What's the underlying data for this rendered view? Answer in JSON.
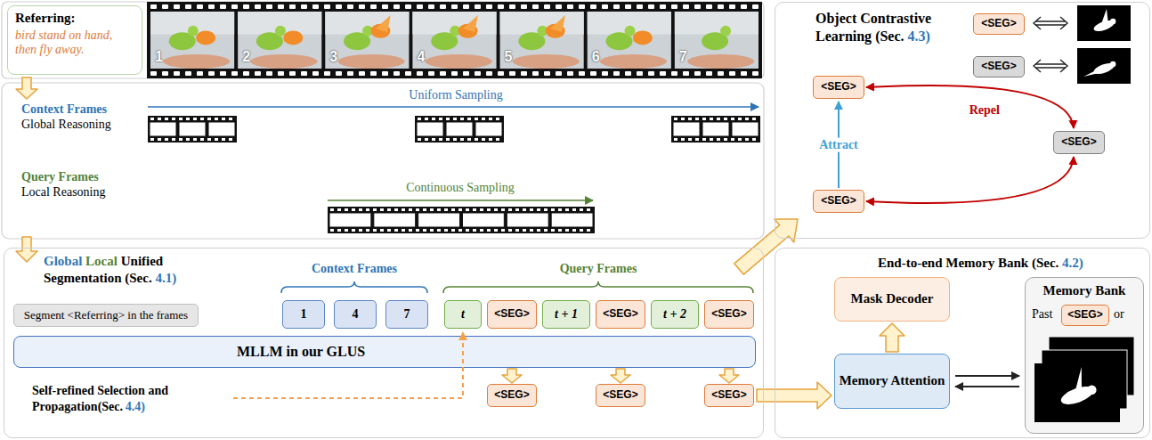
{
  "diagram": {
    "nodes": [
      {
        "text": [
          "Referring:",
          "bird stand on hand, then fly away."
        ]
      },
      {
        "text": [
          "Object Contrastive Learning",
          "(Sec.",
          "4.3)"
        ]
      },
      {
        "text": [
          "<SEG>"
        ],
        "in": 1
      },
      {
        "text": [
          "<SEG>"
        ],
        "in": 1
      },
      {
        "text": [
          "<SEG>"
        ],
        "in": 1
      },
      {
        "text": [
          "<SEG>"
        ],
        "in": 1
      },
      {
        "text": [
          "<SEG>"
        ],
        "in": 1
      },
      {
        "text": [
          "Global",
          "Local",
          "Unified Segmentation",
          "(Sec.",
          "4.1)"
        ]
      },
      {
        "text": [
          "Segment <Referring> in the frames"
        ],
        "in": 7
      },
      {
        "text": [
          "1"
        ],
        "in": 7
      },
      {
        "text": [
          "4"
        ],
        "in": 7
      },
      {
        "text": [
          "7"
        ],
        "in": 7
      },
      {
        "text": [
          "t"
        ],
        "in": 7
      },
      {
        "text": [
          "<SEG>"
        ],
        "in": 7
      },
      {
        "text": [
          "t + 1"
        ],
        "in": 7
      },
      {
        "text": [
          "<SEG>"
        ],
        "in": 7
      },
      {
        "text": [
          "t + 2"
        ],
        "in": 7
      },
      {
        "text": [
          "<SEG>"
        ],
        "in": 7
      },
      {
        "text": [
          "MLLM in our GLUS"
        ],
        "in": 7
      },
      {
        "text": [
          "<SEG>"
        ],
        "in": 7
      },
      {
        "text": [
          "<SEG>"
        ],
        "in": 7
      },
      {
        "text": [
          "<SEG>"
        ],
        "in": 7
      },
      {
        "text": [
          "End-to-end Memory Bank",
          "(Sec.",
          "4.2)"
        ]
      },
      {
        "text": [
          "Mask Decoder"
        ],
        "in": 22
      },
      {
        "text": [
          "Memory Attention"
        ],
        "in": 22
      },
      {
        "text": [
          "Memory Bank",
          "Past",
          "or"
        ],
        "in": 22
      },
      {
        "text": [
          "<SEG>"
        ],
        "in": 25
      }
    ],
    "edges": [
      {
        "from": 6,
        "to": 4,
        "arrow": "to",
        "label": "Attract"
      },
      {
        "from": 4,
        "to": 5,
        "arrow": "both",
        "label": "Repel"
      },
      {
        "from": 6,
        "to": 5,
        "arrow": "both"
      },
      {
        "from": 18,
        "to": 19,
        "arrow": "to"
      },
      {
        "from": 18,
        "to": 20,
        "arrow": "to"
      },
      {
        "from": 18,
        "to": 21,
        "arrow": "to"
      },
      {
        "from": 21,
        "to": 24,
        "arrow": "to"
      },
      {
        "from": 24,
        "to": 23,
        "arrow": "to"
      },
      {
        "from": 24,
        "to": 25,
        "arrow": "both"
      },
      {
        "from": 7,
        "to": 1,
        "arrow": "to"
      }
    ],
    "labels": [
      "1",
      "2",
      "3",
      "4",
      "5",
      "6",
      "7",
      "Context Frames",
      "Global Reasoning",
      "Uniform Sampling",
      "Query Frames",
      "Local Reasoning",
      "Continuous Sampling",
      "Context Frames",
      "Query Frames",
      "Self-refined Selection and Propagation(Sec.",
      "4.4)"
    ]
  }
}
